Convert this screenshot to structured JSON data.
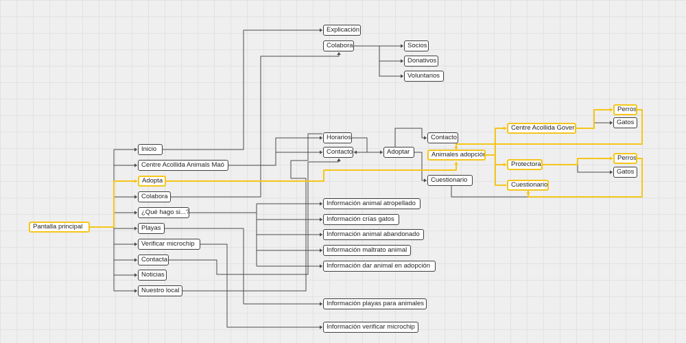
{
  "colors": {
    "highlight": "#f5c518",
    "edge": "#4a4a4a",
    "node_border": "#3d3d3d",
    "background": "#efefef"
  },
  "nodes": {
    "pantalla_principal": "Pantalla principal",
    "inicio": "Inicio",
    "centre_acollida_animals_mao": "Centre Acollida Animals Maó",
    "adopta": "Adopta",
    "colabora_menu": "Colabora",
    "que_hago_si": "¿Qué hago si...?",
    "playas": "Playas",
    "verificar_microchip": "Verificar microchip",
    "contacta": "Contacta",
    "noticias": "Noticias",
    "nuestro_local": "Nuestro local",
    "explicacion": "Explicación",
    "colabora": "Colabora",
    "socios": "Socios",
    "donativos": "Donativos",
    "voluntarios": "Voluntarios",
    "horarios": "Horarios",
    "contacto_centre": "Contacto",
    "adoptar": "Adoptar",
    "contacto_adopta": "Contacto",
    "animales_adopcion": "Animales adopción",
    "cuestionario": "Cuestionario",
    "centre_acollida_govern": "Centre Acollida Govern",
    "perros_govern": "Perros",
    "gatos_govern": "Gatos",
    "protectora": "Protectora",
    "perros_protectora": "Perros",
    "gatos_protectora": "Gatos",
    "cuestionario_hl": "Cuestionario",
    "info_atropellado": "Información animal atropellado",
    "info_crias_gatos": "Información crías gatos",
    "info_abandonado": "Información animal abandonado",
    "info_maltrato": "Información maltrato animal",
    "info_dar_adopcion": "Información dar animal en adopción",
    "info_playas": "Información playas para animales",
    "info_microchip": "Información verificar microchip"
  }
}
